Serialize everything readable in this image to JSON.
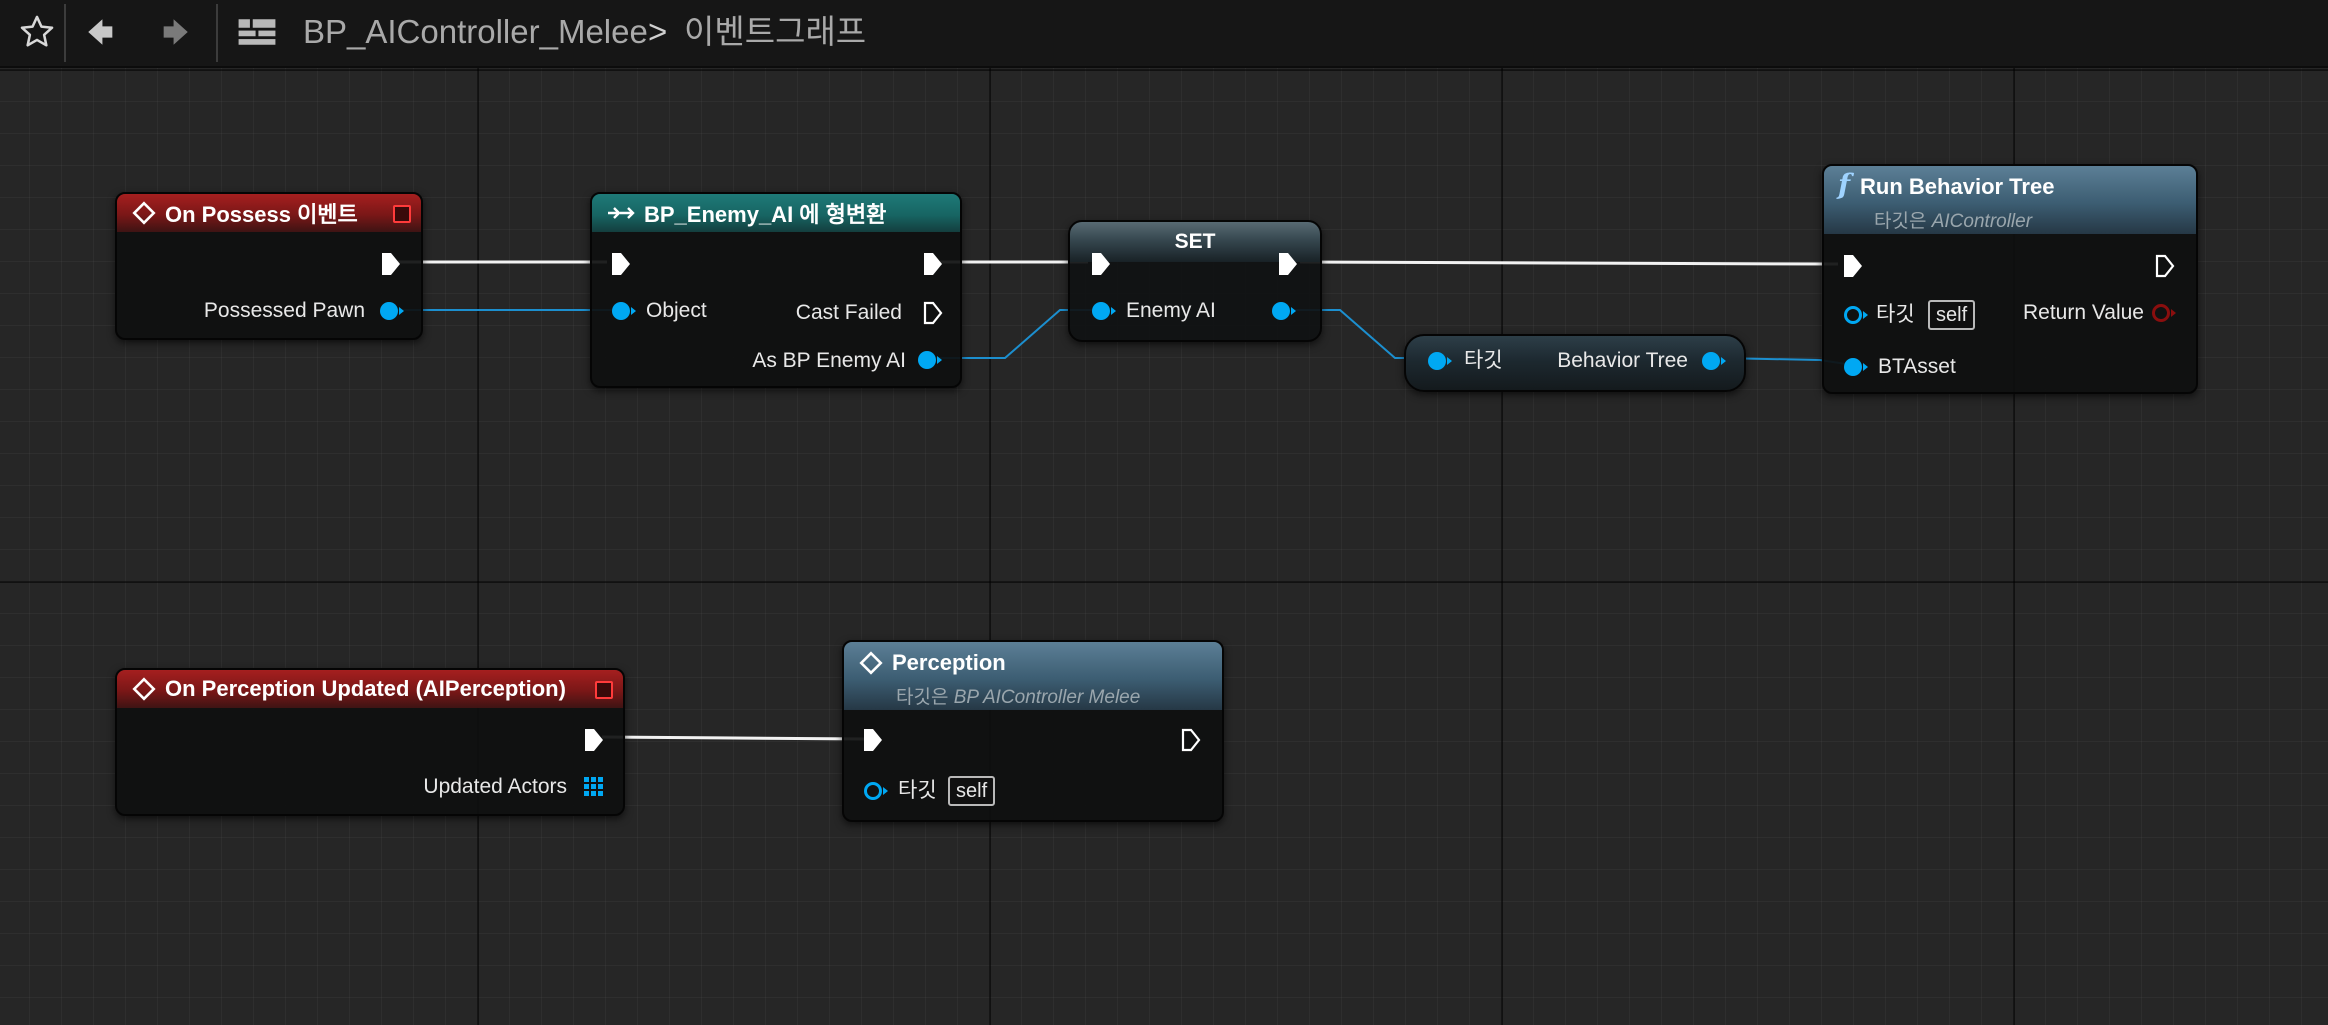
{
  "toolbar": {
    "breadcrumb_blueprint": "BP_AIController_Melee",
    "breadcrumb_separator": ">",
    "breadcrumb_graph": "이벤트그래프",
    "icons": [
      "star-icon",
      "back-arrow-icon",
      "forward-arrow-icon",
      "blueprint-graph-icon"
    ]
  },
  "nodes": {
    "on_possess": {
      "title": "On Possess 이벤트",
      "pins": {
        "possessed_pawn": "Possessed Pawn"
      }
    },
    "cast": {
      "title": "BP_Enemy_AI 에 형변환",
      "pins": {
        "object": "Object",
        "cast_failed": "Cast Failed",
        "as_enemy": "As BP Enemy AI"
      }
    },
    "set": {
      "title": "SET",
      "pins": {
        "enemy_ai": "Enemy AI"
      }
    },
    "get_behavior_tree": {
      "pins": {
        "target": "타깃",
        "behavior_tree": "Behavior Tree"
      }
    },
    "run_behavior_tree": {
      "title": "Run Behavior Tree",
      "subtitle_prefix": "타깃은",
      "subtitle_class": "AIController",
      "pins": {
        "target": "타깃",
        "self": "self",
        "return_value": "Return Value",
        "bt_asset": "BTAsset"
      }
    },
    "on_perception_updated": {
      "title": "On Perception Updated (AIPerception)",
      "pins": {
        "updated_actors": "Updated Actors"
      }
    },
    "perception": {
      "title": "Perception",
      "subtitle_prefix": "타깃은",
      "subtitle_class": "BP AIController Melee",
      "pins": {
        "target": "타깃",
        "self": "self"
      }
    }
  },
  "colors": {
    "event_header": "#a51f1f",
    "cast_header": "#1e7a78",
    "function_header": "#5c7f96",
    "object_pin": "#00a8f3",
    "exec_pin": "#ffffff",
    "return_pin": "#8a0e0e",
    "graph_background": "#262626"
  }
}
